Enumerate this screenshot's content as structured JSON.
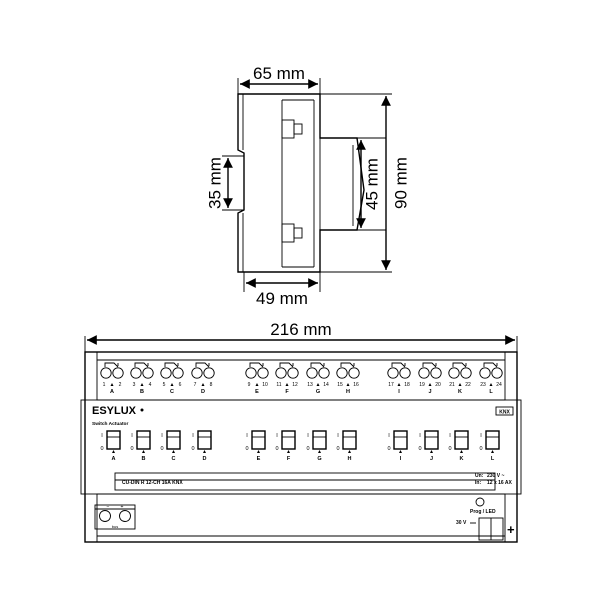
{
  "side_view": {
    "dim_top": "65 mm",
    "dim_bottom": "49 mm",
    "dim_left": "35 mm",
    "dim_inner_right": "45 mm",
    "dim_outer_right": "90 mm"
  },
  "front_view": {
    "dim_width": "216 mm",
    "brand": "ESYLUX",
    "subtitle": "Switch Actuator",
    "knx_logo": "KNX",
    "model": "CU-DIN R 12-CH 16A KNX",
    "rating_un_label": "Un:",
    "rating_un_value": "230 V ~",
    "rating_in_label": "In:",
    "rating_in_value": "12 x 16 AX",
    "prog_label": "Prog / LED",
    "bus_label": "30 V",
    "bus_plus": "+",
    "bus_minus": "−",
    "bus_connector_label": "bus",
    "switch_on": "I",
    "switch_off": "0",
    "terminal_pairs": [
      {
        "a": "1",
        "b": "2"
      },
      {
        "a": "3",
        "b": "4"
      },
      {
        "a": "5",
        "b": "6"
      },
      {
        "a": "7",
        "b": "8"
      },
      {
        "a": "9",
        "b": "10"
      },
      {
        "a": "11",
        "b": "12"
      },
      {
        "a": "13",
        "b": "14"
      },
      {
        "a": "15",
        "b": "16"
      },
      {
        "a": "17",
        "b": "18"
      },
      {
        "a": "19",
        "b": "20"
      },
      {
        "a": "21",
        "b": "22"
      },
      {
        "a": "23",
        "b": "24"
      }
    ],
    "channels": [
      "A",
      "B",
      "C",
      "D",
      "E",
      "F",
      "G",
      "H",
      "I",
      "J",
      "K",
      "L"
    ]
  }
}
